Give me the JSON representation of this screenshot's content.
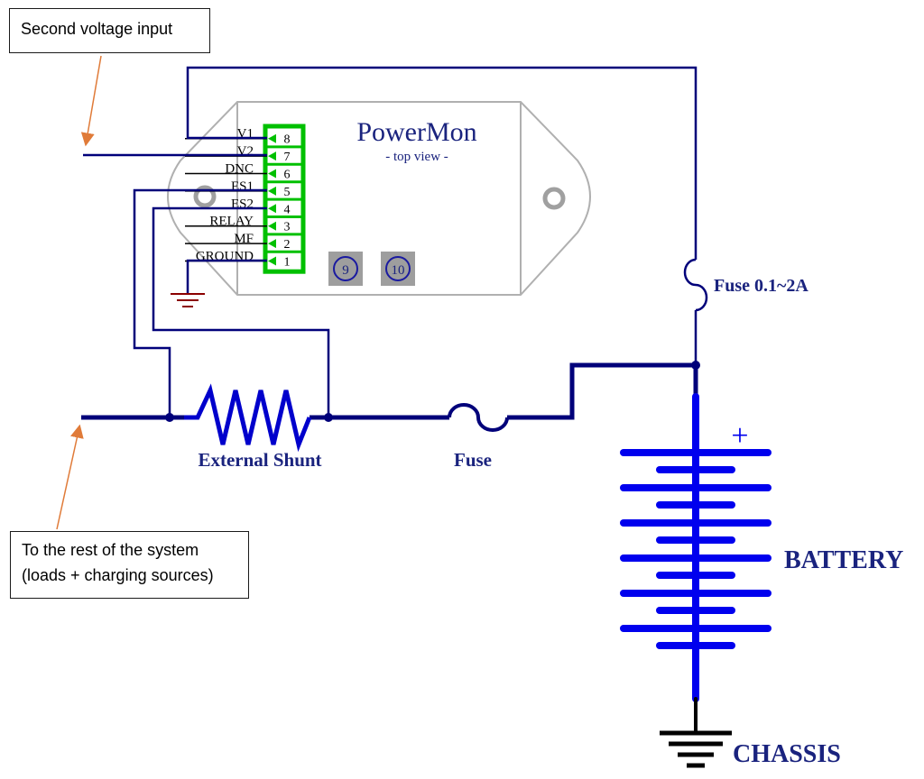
{
  "colors": {
    "wire": "#00007a",
    "battery": "#0000ee",
    "device_outline": "#b0b0b0",
    "connector": "#00c000",
    "ground": "#8b0000",
    "arrow": "#e07b39",
    "label": "#1a237e",
    "text": "#000000"
  },
  "callouts": {
    "voltage_input": "Second voltage input",
    "system_line1": "To the rest of the system",
    "system_line2": "(loads + charging sources)"
  },
  "device": {
    "title": "PowerMon",
    "subtitle": "- top view -",
    "pins": [
      {
        "number": "8",
        "label": "V1"
      },
      {
        "number": "7",
        "label": "V2"
      },
      {
        "number": "6",
        "label": "DNC"
      },
      {
        "number": "5",
        "label": "ES1"
      },
      {
        "number": "4",
        "label": "ES2"
      },
      {
        "number": "3",
        "label": "RELAY"
      },
      {
        "number": "2",
        "label": "MF"
      },
      {
        "number": "1",
        "label": "GROUND"
      }
    ],
    "extra_pins": [
      "9",
      "10"
    ]
  },
  "labels": {
    "shunt": "External Shunt",
    "fuse": "Fuse",
    "fuse_small": "Fuse 0.1~2A",
    "battery": "BATTERY",
    "battery_plus": "+",
    "chassis": "CHASSIS"
  },
  "icons": [
    "ground-icon",
    "chassis-ground-icon",
    "fuse-icon",
    "resistor-icon",
    "battery-icon",
    "mounting-hole-icon",
    "arrow-icon"
  ]
}
